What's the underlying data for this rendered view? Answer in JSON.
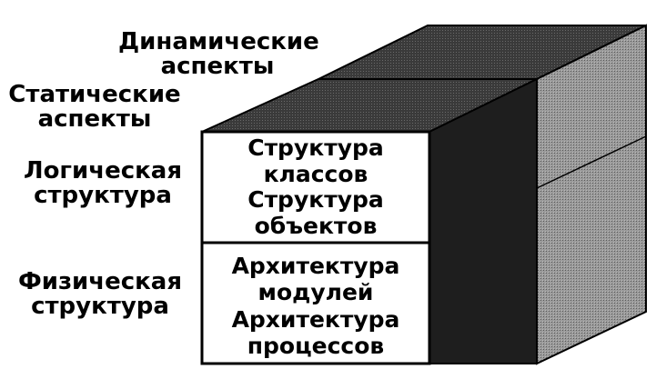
{
  "labels": {
    "dynamic": [
      "Динамические",
      "аспекты"
    ],
    "static": [
      "Статические",
      "аспекты"
    ],
    "logical": [
      "Логическая",
      "структура"
    ],
    "physical": [
      "Физическая",
      "структура"
    ]
  },
  "cells": {
    "class_structure": [
      "Структура",
      "классов"
    ],
    "object_structure": [
      "Структура",
      "объектов"
    ],
    "module_architecture": [
      "Архитектура",
      "модулей"
    ],
    "process_architecture": [
      "Архитектура",
      "процессов"
    ]
  },
  "colors": {
    "front": "#ffffff",
    "middle_side": "#1e1e1e",
    "top_face": "#3a3a3a",
    "back_side": "#8f8f8f",
    "outline": "#000000"
  }
}
